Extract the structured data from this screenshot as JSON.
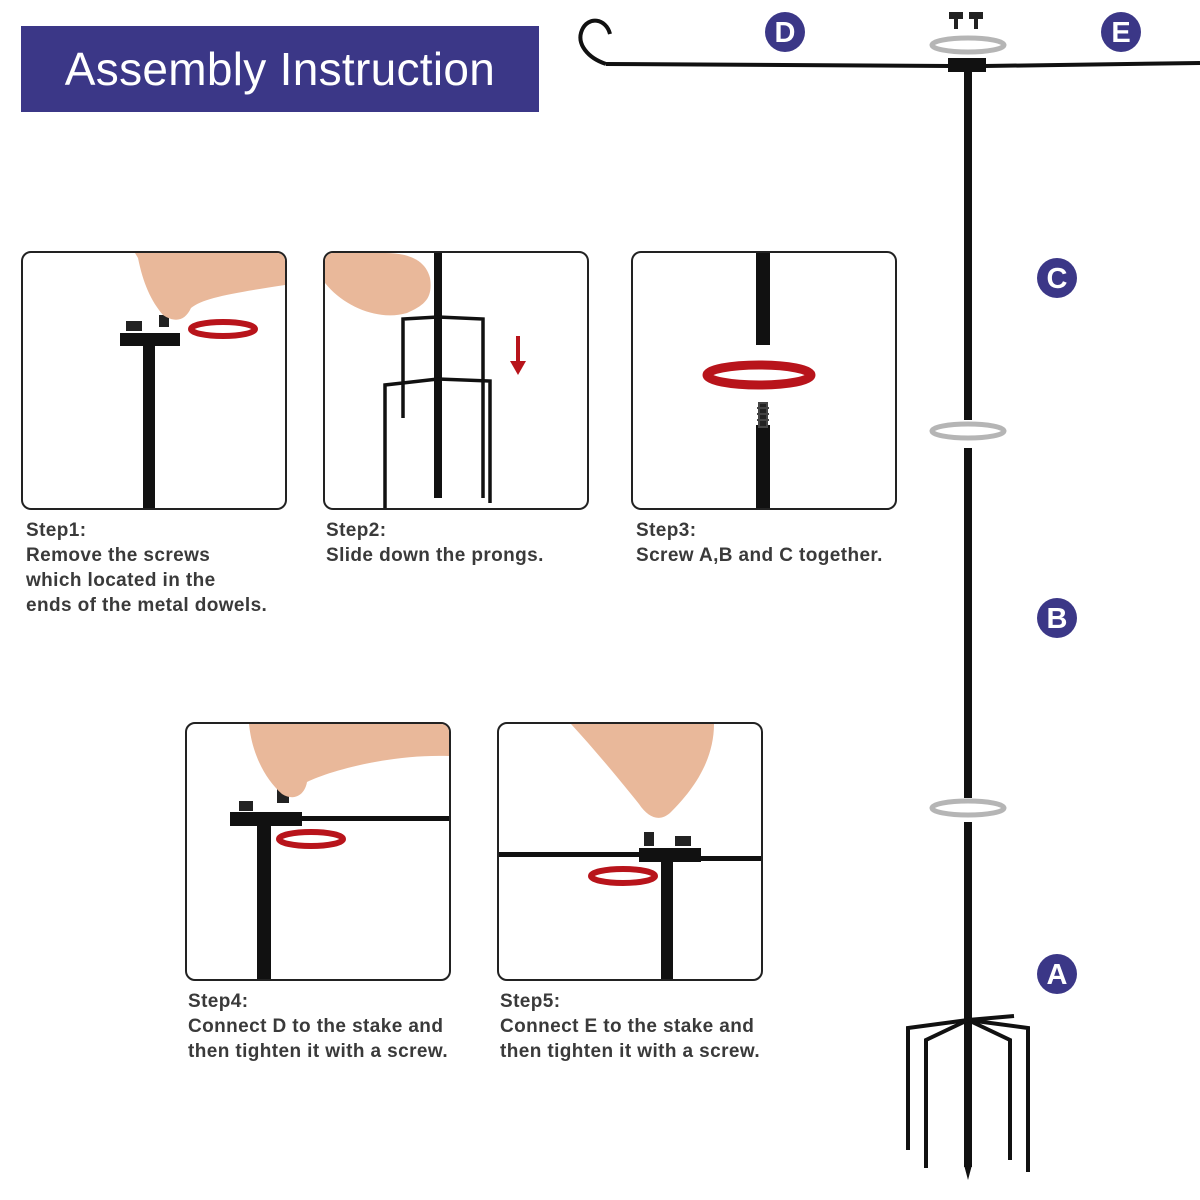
{
  "banner": {
    "title": "Assembly Instruction"
  },
  "colors": {
    "banner_bg": "#3b3787",
    "marker_bg": "#3b3787",
    "marker_text": "#ffffff",
    "arrow_red": "#b8141b",
    "rod": "#111111",
    "caption_text": "#3a3a3a",
    "skin": "#e9b89a"
  },
  "parts": {
    "D": "D",
    "E": "E",
    "C": "C",
    "B": "B",
    "A": "A"
  },
  "steps": [
    {
      "title": "Step1:",
      "description": "Remove the screws\nwhich located in the\nends of the metal dowels."
    },
    {
      "title": "Step2:",
      "description": "Slide down the prongs."
    },
    {
      "title": "Step3:",
      "description": "Screw A,B and C together."
    },
    {
      "title": "Step4:",
      "description": "Connect D to the stake and\nthen tighten it with a screw."
    },
    {
      "title": "Step5:",
      "description": "Connect E to the stake and\nthen tighten it with a screw."
    }
  ]
}
